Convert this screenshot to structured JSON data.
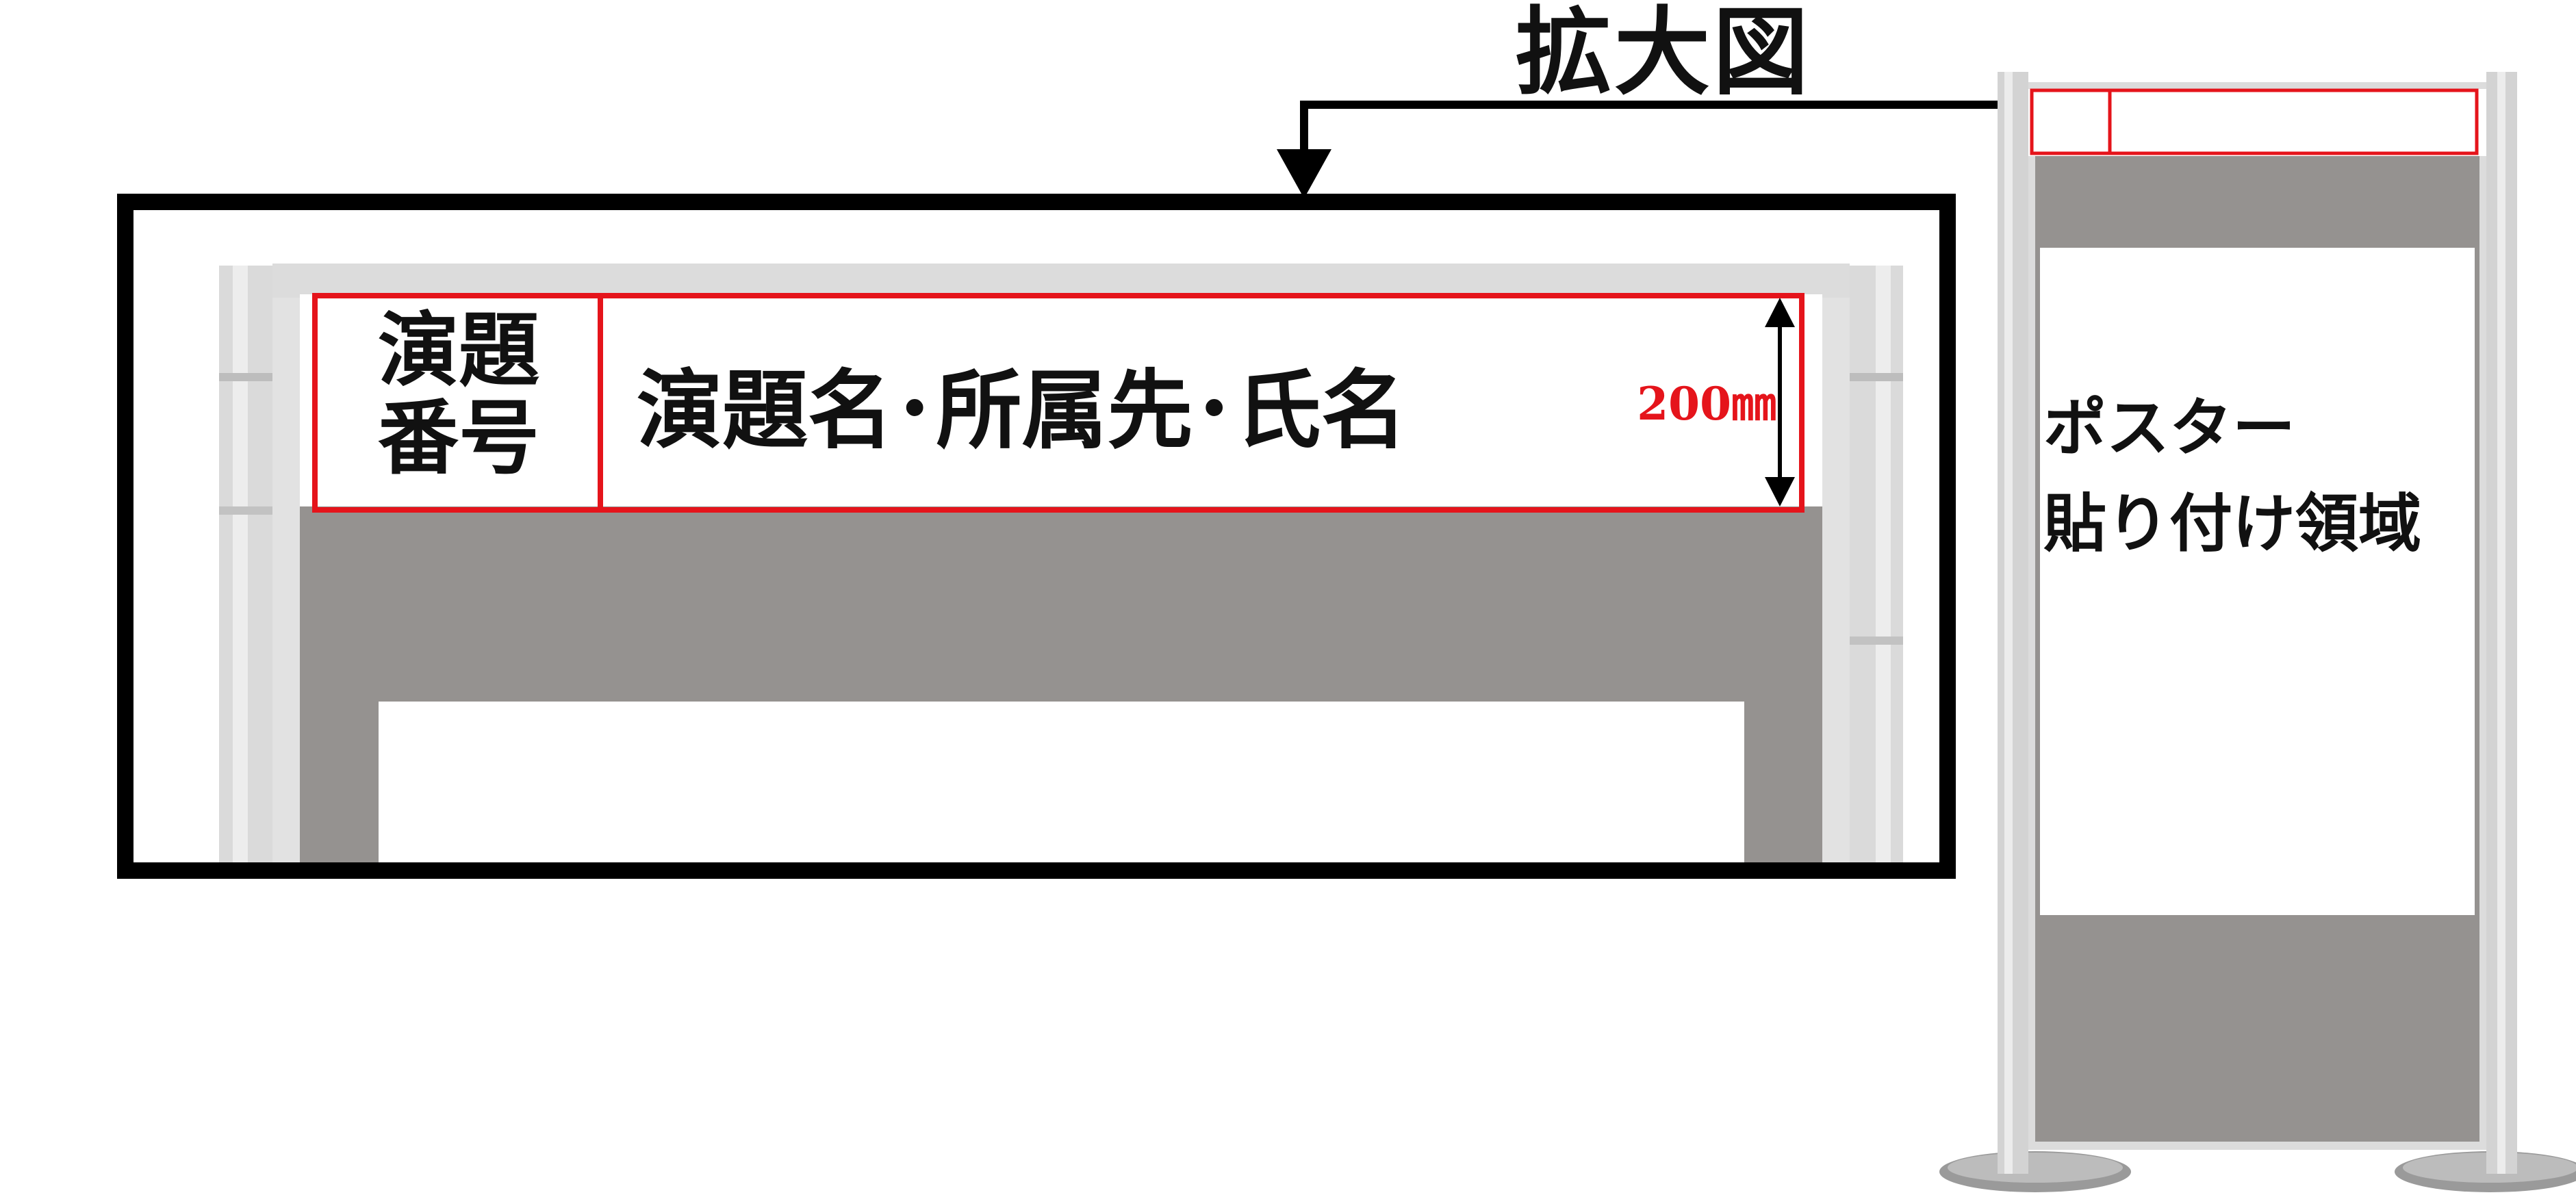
{
  "title": "拡大図",
  "zoom": {
    "number_label_line1": "演題",
    "number_label_line2": "番号",
    "title_label": "演題名･所属先･氏名",
    "height_label": "200㎜"
  },
  "stand": {
    "poster_line1": "ポスター",
    "poster_line2": "貼り付け領域"
  },
  "colors": {
    "frame": "#d8d8d8",
    "panel": "#959290",
    "highlight": "#e5141b",
    "outline": "#000000"
  }
}
